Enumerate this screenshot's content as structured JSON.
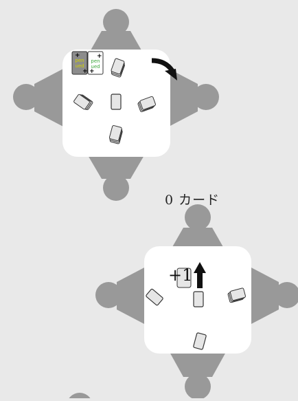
{
  "scene_bottom": {
    "caption": "0 カード",
    "plus_label": "+1"
  },
  "scene_top": {
    "pile_cards": [
      {
        "text": "pen\nued",
        "variant": "dark"
      },
      {
        "text": "pen\nued",
        "variant": "light"
      }
    ]
  },
  "colors": {
    "background": "#e9e9e9",
    "person": "#999999",
    "table": "#ffffff",
    "card_face": "#e6e6e6",
    "card_dark": "#8c8c8c",
    "card_text_yellow": "#d4d400",
    "card_text_green": "#3aa63a",
    "arrow": "#111111"
  }
}
